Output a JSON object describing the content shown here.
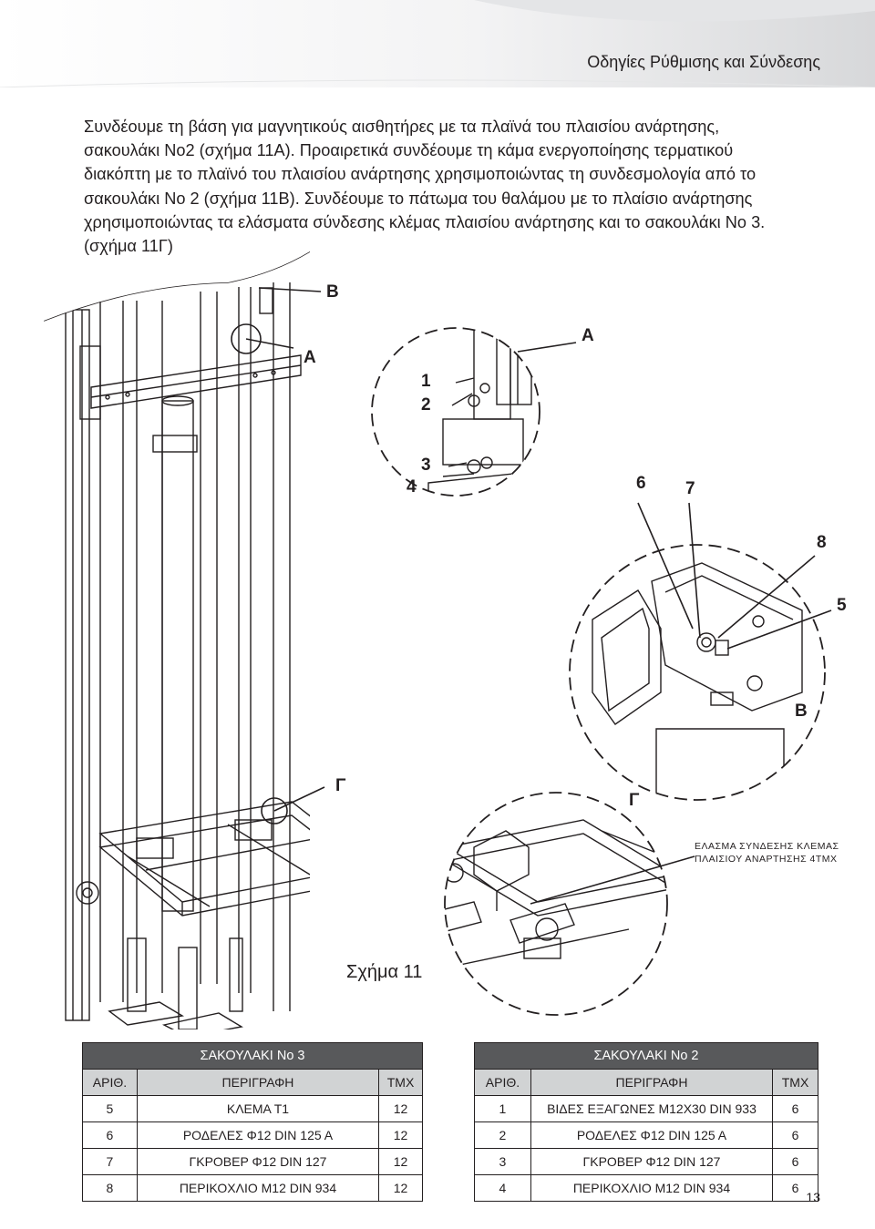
{
  "header": {
    "title": "Οδηγίες Ρύθμισης και Σύνδεσης"
  },
  "intro_lines": [
    "Συνδέουμε τη βάση για μαγνητικούς αισθητήρες με τα πλαϊνά του πλαισίου ανάρτησης,",
    "σακουλάκι Νο2 (σχήμα 11Α). Προαιρετικά συνδέουμε τη κάμα ενεργοποίησης τερματικού",
    "διακόπτη με το πλαϊνό του πλαισίου ανάρτησης χρησιμοποιώντας τη συνδεσμολογία από το",
    "σακουλάκι Νο 2 (σχήμα 11Β). Συνδέουμε το πάτωμα του θαλάμου με το πλαίσιο ανάρτησης",
    "χρησιμοποιώντας τα ελάσματα σύνδεσης κλέμας πλαισίου ανάρτησης και το σακουλάκι Νο 3.",
    "(σχήμα 11Γ)"
  ],
  "figure": {
    "labels": {
      "b_main": "Β",
      "a_main": "Α",
      "a_detail": "Α",
      "n1": "1",
      "n2": "2",
      "n3": "3",
      "n4": "4",
      "n6": "6",
      "n7": "7",
      "n8": "8",
      "n5": "5",
      "b_detail": "Β",
      "g_main": "Γ",
      "g_detail": "Γ"
    },
    "note_lines": [
      "ΕΛΑΣΜΑ ΣΥΝΔΕΣΗΣ ΚΛΕΜΑΣ",
      "ΠΛΑΙΣΙΟΥ ΑΝΑΡΤΗΣΗΣ 4ΤΜΧ"
    ],
    "caption": "Σχήμα 11"
  },
  "tables": [
    {
      "title": "ΣΑΚΟΥΛΑΚΙ Νο 3",
      "headers": [
        "ΑΡΙΘ.",
        "ΠΕΡΙΓΡΑΦΗ",
        "ΤΜΧ"
      ],
      "rows": [
        [
          "5",
          "ΚΛΕΜΑ Τ1",
          "12"
        ],
        [
          "6",
          "ΡΟΔΕΛΕΣ Φ12 DIN 125 A",
          "12"
        ],
        [
          "7",
          "ΓΚΡΟΒΕΡ Φ12 DIN 127",
          "12"
        ],
        [
          "8",
          "ΠΕΡΙΚΟΧΛΙΟ Μ12 DIN 934",
          "12"
        ]
      ]
    },
    {
      "title": "ΣΑΚΟΥΛΑΚΙ Νο 2",
      "headers": [
        "ΑΡΙΘ.",
        "ΠΕΡΙΓΡΑΦΗ",
        "ΤΜΧ"
      ],
      "rows": [
        [
          "1",
          "ΒΙΔΕΣ ΕΞΑΓΩΝΕΣ Μ12Χ30 DIN 933",
          "6"
        ],
        [
          "2",
          "ΡΟΔΕΛΕΣ Φ12 DIN 125 A",
          "6"
        ],
        [
          "3",
          "ΓΚΡΟΒΕΡ Φ12 DIN 127",
          "6"
        ],
        [
          "4",
          "ΠΕΡΙΚΟΧΛΙΟ Μ12 DIN 934",
          "6"
        ]
      ]
    }
  ],
  "page_number": "13"
}
